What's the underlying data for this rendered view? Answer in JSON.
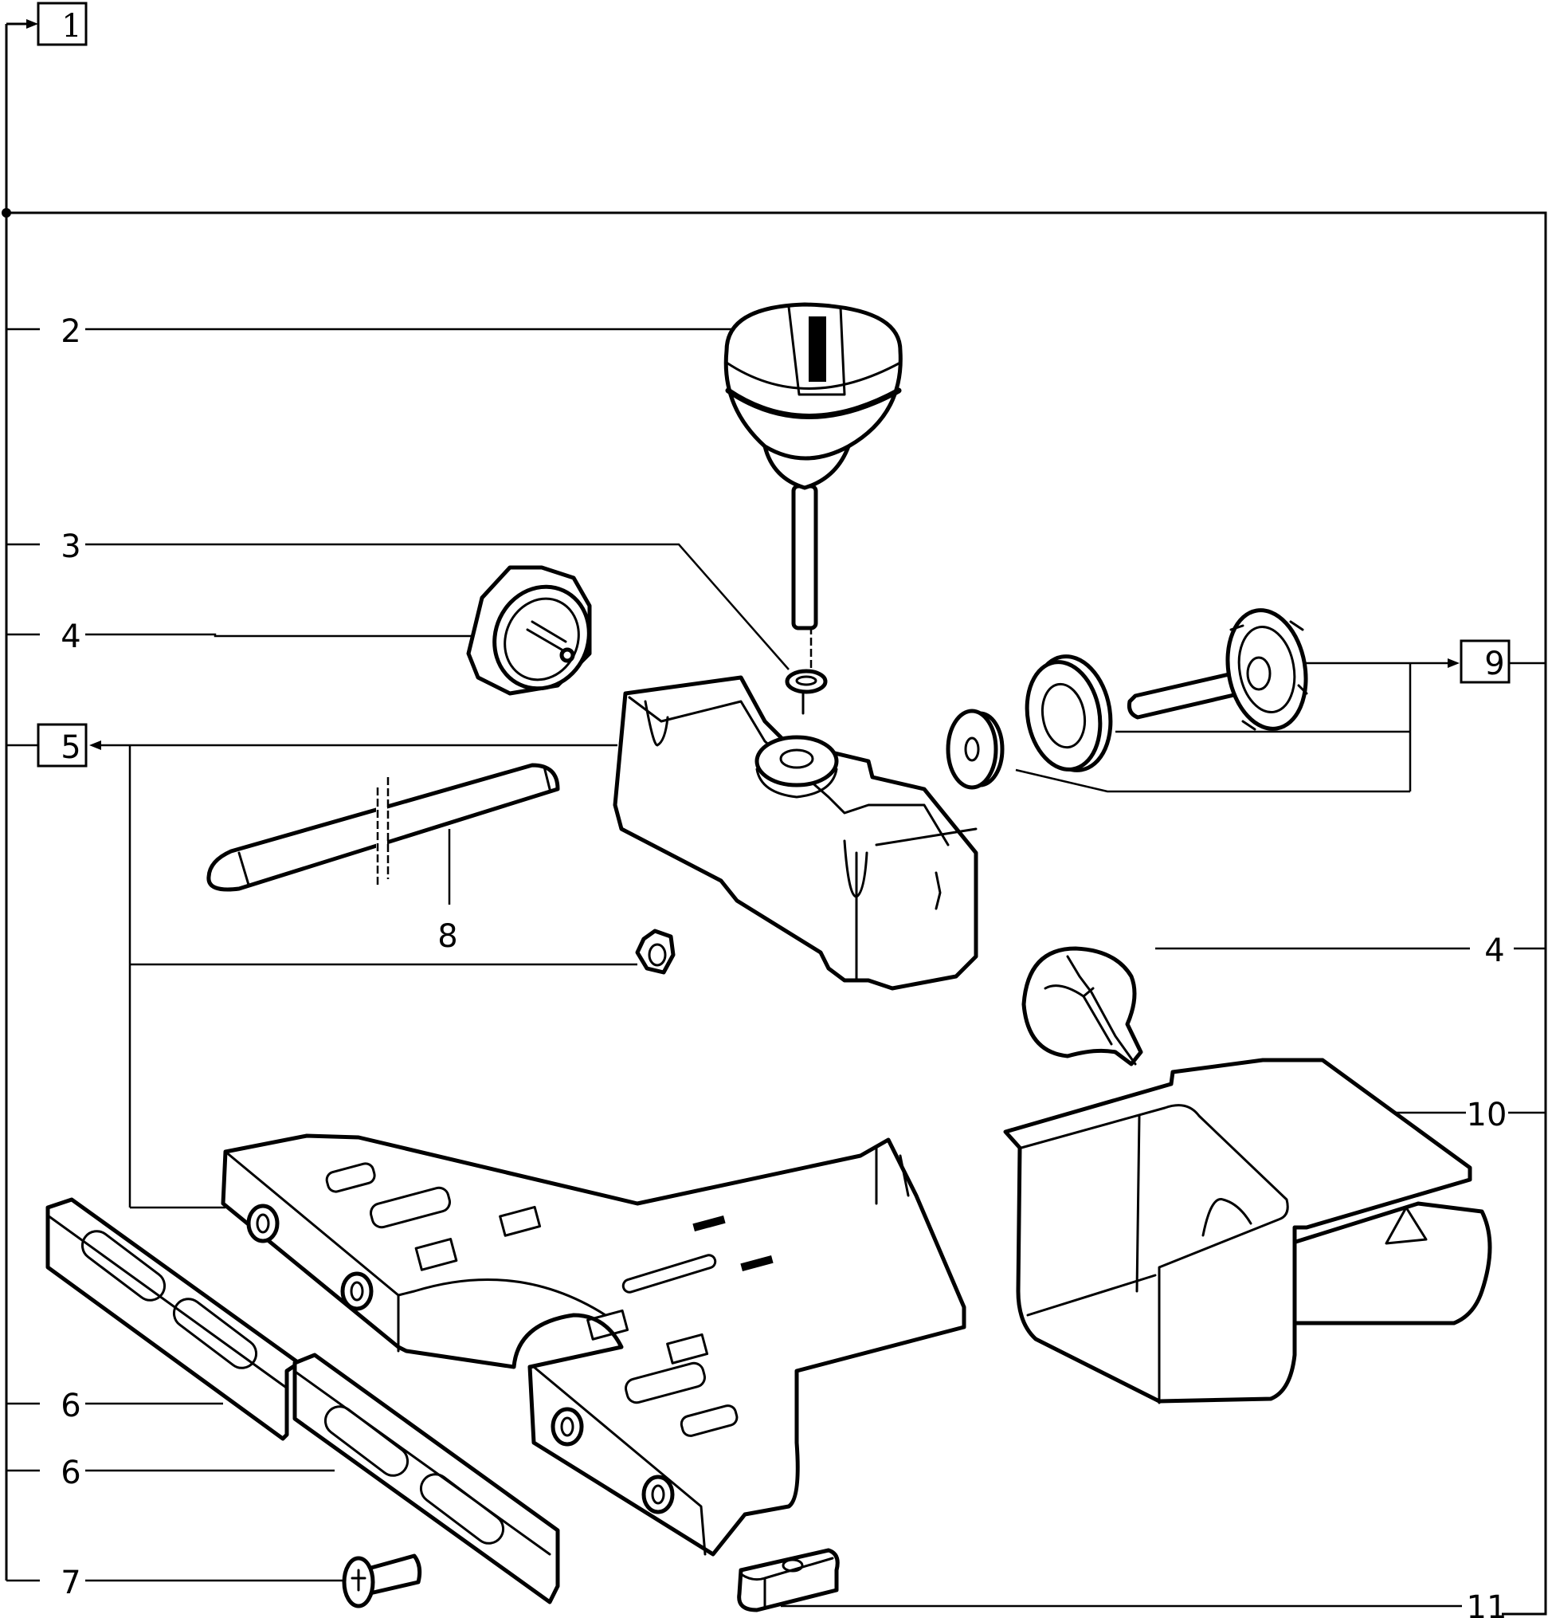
{
  "diagram": {
    "type": "exploded-parts-diagram",
    "assembly_label": "1",
    "callouts": [
      {
        "id": "c1",
        "label": "1",
        "boxed": true,
        "side": "left"
      },
      {
        "id": "c2",
        "label": "2",
        "boxed": false,
        "side": "left",
        "part": "adjusting-knob-with-threaded-shaft"
      },
      {
        "id": "c3",
        "label": "3",
        "boxed": false,
        "side": "left",
        "part": "washer"
      },
      {
        "id": "c4a",
        "label": "4",
        "boxed": false,
        "side": "left",
        "part": "round-cap-housing"
      },
      {
        "id": "c5",
        "label": "5",
        "boxed": true,
        "side": "left",
        "part": "carriage-subassembly"
      },
      {
        "id": "c6a",
        "label": "6",
        "boxed": false,
        "side": "left",
        "part": "slotted-bar-left"
      },
      {
        "id": "c6b",
        "label": "6",
        "boxed": false,
        "side": "left",
        "part": "slotted-bar-right"
      },
      {
        "id": "c7",
        "label": "7",
        "boxed": false,
        "side": "left",
        "part": "screw"
      },
      {
        "id": "c8",
        "label": "8",
        "boxed": false,
        "side": "center",
        "part": "guide-rod"
      },
      {
        "id": "c9",
        "label": "9",
        "boxed": true,
        "side": "right",
        "part": "clamping-knob-subassembly"
      },
      {
        "id": "c4b",
        "label": "4",
        "boxed": false,
        "side": "right",
        "part": "rotary-knob"
      },
      {
        "id": "c10",
        "label": "10",
        "boxed": false,
        "side": "right",
        "part": "chip-deflector-hood"
      },
      {
        "id": "c11",
        "label": "11",
        "boxed": false,
        "side": "right",
        "part": "slot-nut"
      }
    ]
  }
}
